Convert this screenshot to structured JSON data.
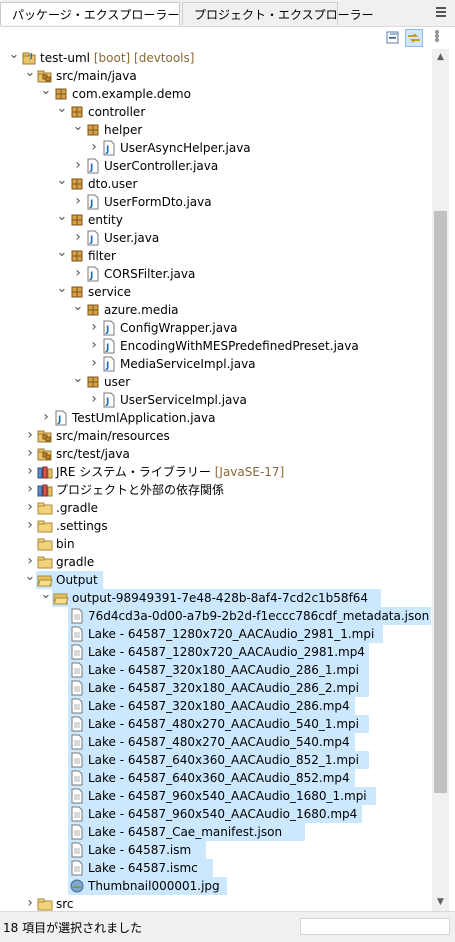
{
  "tabs": [
    {
      "label": "パッケージ・エクスプローラー",
      "active": true,
      "close": "✕"
    },
    {
      "label": "プロジェクト・エクスプローラー",
      "active": false
    }
  ],
  "status": {
    "text": "18 項目が選択されました"
  },
  "tree": [
    {
      "level": 0,
      "tw": "open",
      "icon": "project",
      "label": "test-uml",
      "deco": " [boot] [devtools]"
    },
    {
      "level": 1,
      "tw": "open",
      "icon": "srcfolder",
      "label": "src/main/java"
    },
    {
      "level": 2,
      "tw": "open",
      "icon": "package",
      "label": "com.example.demo"
    },
    {
      "level": 3,
      "tw": "open",
      "icon": "package",
      "label": "controller"
    },
    {
      "level": 4,
      "tw": "open",
      "icon": "package",
      "label": "helper"
    },
    {
      "level": 5,
      "tw": "closed",
      "icon": "java",
      "label": "UserAsyncHelper.java"
    },
    {
      "level": 4,
      "tw": "closed",
      "icon": "java",
      "label": "UserController.java"
    },
    {
      "level": 3,
      "tw": "open",
      "icon": "package",
      "label": "dto.user"
    },
    {
      "level": 4,
      "tw": "closed",
      "icon": "java",
      "label": "UserFormDto.java"
    },
    {
      "level": 3,
      "tw": "open",
      "icon": "package",
      "label": "entity"
    },
    {
      "level": 4,
      "tw": "closed",
      "icon": "java",
      "label": "User.java"
    },
    {
      "level": 3,
      "tw": "open",
      "icon": "package",
      "label": "filter"
    },
    {
      "level": 4,
      "tw": "closed",
      "icon": "java",
      "label": "CORSFilter.java"
    },
    {
      "level": 3,
      "tw": "open",
      "icon": "package",
      "label": "service"
    },
    {
      "level": 4,
      "tw": "open",
      "icon": "package",
      "label": "azure.media"
    },
    {
      "level": 5,
      "tw": "closed",
      "icon": "java",
      "label": "ConfigWrapper.java"
    },
    {
      "level": 5,
      "tw": "closed",
      "icon": "java",
      "label": "EncodingWithMESPredefinedPreset.java"
    },
    {
      "level": 5,
      "tw": "closed",
      "icon": "java",
      "label": "MediaServiceImpl.java"
    },
    {
      "level": 4,
      "tw": "open",
      "icon": "package",
      "label": "user"
    },
    {
      "level": 5,
      "tw": "closed",
      "icon": "java",
      "label": "UserServiceImpl.java"
    },
    {
      "level": 2,
      "tw": "closed",
      "icon": "java",
      "label": "TestUmlApplication.java"
    },
    {
      "level": 1,
      "tw": "closed",
      "icon": "srcfolder",
      "label": "src/main/resources"
    },
    {
      "level": 1,
      "tw": "closed",
      "icon": "srcfolder",
      "label": "src/test/java"
    },
    {
      "level": 1,
      "tw": "closed",
      "icon": "library",
      "label": "JRE システム・ライブラリー",
      "deco": " [JavaSE-17]"
    },
    {
      "level": 1,
      "tw": "closed",
      "icon": "library",
      "label": "プロジェクトと外部の依存関係"
    },
    {
      "level": 1,
      "tw": "closed",
      "icon": "folder",
      "label": ".gradle"
    },
    {
      "level": 1,
      "tw": "closed",
      "icon": "folder",
      "label": ".settings"
    },
    {
      "level": 1,
      "tw": "none",
      "icon": "folder",
      "label": "bin"
    },
    {
      "level": 1,
      "tw": "closed",
      "icon": "folder",
      "label": "gradle"
    },
    {
      "level": 1,
      "tw": "open",
      "icon": "folderopen",
      "label": "Output",
      "selected": true
    },
    {
      "level": 2,
      "tw": "open",
      "icon": "folderopen",
      "label": "output-98949391-7e48-428b-8af4-7cd2c1b58f64",
      "selected": true
    },
    {
      "level": 3,
      "tw": "none",
      "icon": "file",
      "label": "76d4cd3a-0d00-a7b9-2b2d-f1eccc786cdf_metadata.json",
      "selected": true
    },
    {
      "level": 3,
      "tw": "none",
      "icon": "file",
      "label": "Lake - 64587_1280x720_AACAudio_2981_1.mpi",
      "selected": true
    },
    {
      "level": 3,
      "tw": "none",
      "icon": "file",
      "label": "Lake - 64587_1280x720_AACAudio_2981.mp4",
      "selected": true
    },
    {
      "level": 3,
      "tw": "none",
      "icon": "file",
      "label": "Lake - 64587_320x180_AACAudio_286_1.mpi",
      "selected": true
    },
    {
      "level": 3,
      "tw": "none",
      "icon": "file",
      "label": "Lake - 64587_320x180_AACAudio_286_2.mpi",
      "selected": true
    },
    {
      "level": 3,
      "tw": "none",
      "icon": "file",
      "label": "Lake - 64587_320x180_AACAudio_286.mp4",
      "selected": true
    },
    {
      "level": 3,
      "tw": "none",
      "icon": "file",
      "label": "Lake - 64587_480x270_AACAudio_540_1.mpi",
      "selected": true
    },
    {
      "level": 3,
      "tw": "none",
      "icon": "file",
      "label": "Lake - 64587_480x270_AACAudio_540.mp4",
      "selected": true
    },
    {
      "level": 3,
      "tw": "none",
      "icon": "file",
      "label": "Lake - 64587_640x360_AACAudio_852_1.mpi",
      "selected": true
    },
    {
      "level": 3,
      "tw": "none",
      "icon": "file",
      "label": "Lake - 64587_640x360_AACAudio_852.mp4",
      "selected": true
    },
    {
      "level": 3,
      "tw": "none",
      "icon": "file",
      "label": "Lake - 64587_960x540_AACAudio_1680_1.mpi",
      "selected": true
    },
    {
      "level": 3,
      "tw": "none",
      "icon": "file",
      "label": "Lake - 64587_960x540_AACAudio_1680.mp4",
      "selected": true
    },
    {
      "level": 3,
      "tw": "none",
      "icon": "file",
      "label": "Lake - 64587_Cae_manifest.json",
      "selected": true
    },
    {
      "level": 3,
      "tw": "none",
      "icon": "file",
      "label": "Lake - 64587.ism",
      "selected": true
    },
    {
      "level": 3,
      "tw": "none",
      "icon": "file",
      "label": "Lake - 64587.ismc",
      "selected": true
    },
    {
      "level": 3,
      "tw": "none",
      "icon": "image",
      "label": "Thumbnail000001.jpg",
      "selected": true
    },
    {
      "level": 1,
      "tw": "closed",
      "icon": "folder",
      "label": "src"
    }
  ]
}
